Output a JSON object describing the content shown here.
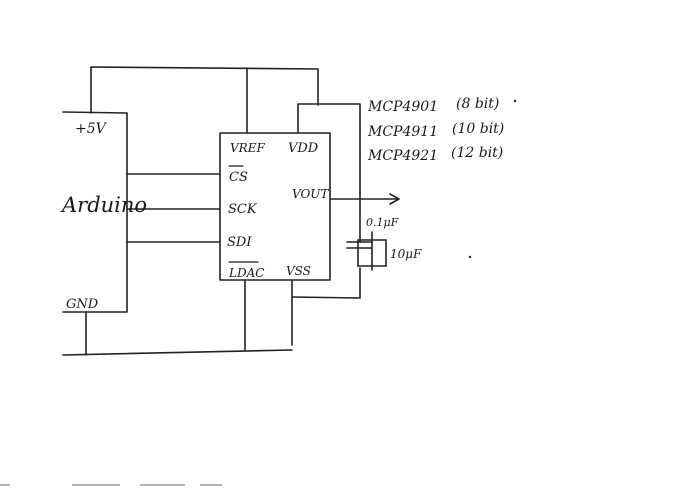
{
  "arduino": {
    "label": "Arduino",
    "pin_5v": "+5V",
    "pin_gnd": "GND"
  },
  "chip": {
    "pins": {
      "vref": "VREF",
      "vdd": "VDD",
      "cs": "CS",
      "sck": "SCK",
      "sdi": "SDI",
      "vout": "VOUT",
      "ldac": "LDAC",
      "vss": "VSS"
    }
  },
  "variants": [
    {
      "part": "MCP4901",
      "bits": "(8 bit)"
    },
    {
      "part": "MCP4911",
      "bits": "(10 bit)"
    },
    {
      "part": "MCP4921",
      "bits": "(12 bit)"
    }
  ],
  "capacitors": {
    "small": "0.1μF",
    "large": "10μF"
  }
}
